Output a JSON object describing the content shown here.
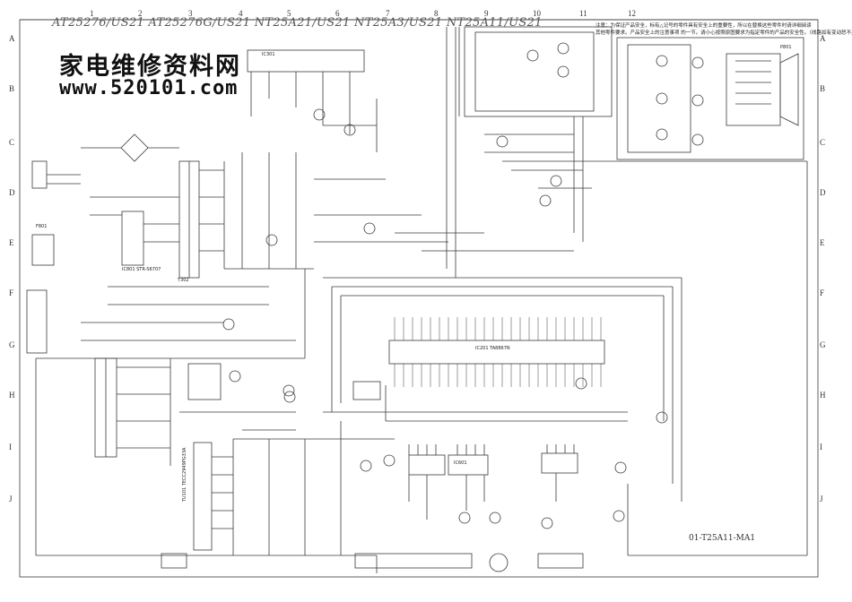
{
  "title": "AT25276/US21  AT25276G/US21  NT25A21/US21  NT25A3/US21  NT25A11/US21",
  "watermark": {
    "chinese": "家电维修资料网",
    "url": "www.520101.com"
  },
  "note": {
    "line1": "注意：为保证产品安全，标有△记号的零件具有安全上的重要性，所以在替换这些零件时请详细阅读",
    "line2": "其他零件要求。产品安全上的注意事项 的一节。请小心按照原图要求为指定零件的产品的安全性。（线路如有变动恕不另行通知）"
  },
  "column_numbers": [
    "1",
    "2",
    "3",
    "4",
    "5",
    "6",
    "7",
    "8",
    "9",
    "10",
    "11",
    "12"
  ],
  "row_letters": [
    "A",
    "B",
    "C",
    "D",
    "E",
    "F",
    "G",
    "H",
    "I",
    "J"
  ],
  "chips": {
    "main_ic": "IC201 TA8867N",
    "tuner": "TU101 TECC2949PG33A",
    "pwr_ic": "IC801 STR-S6707",
    "vert_ic": "IC301",
    "audio_ic": "IC601",
    "t_fbt": "T302",
    "connector": "P801",
    "fuse_label": "F801"
  },
  "doc_number": "01-T25A11-MA1",
  "colors": {
    "line": "#3a3a3a",
    "text": "#222222",
    "background": "#ffffff"
  }
}
